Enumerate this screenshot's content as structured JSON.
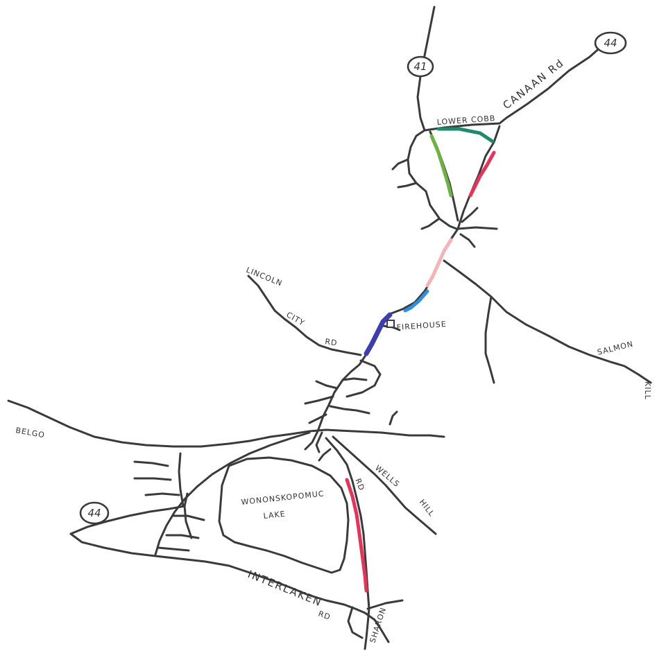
{
  "colors": {
    "road": "#3a3a3a",
    "lower_cobb_teal": "#1f8a6e",
    "green_segment": "#6db33f",
    "red_segment": "#e8325a",
    "pink_segment": "#f5b3b8",
    "light_blue_segment": "#2f8fe0",
    "dark_blue_segment": "#3c3fae",
    "lake_outline": "#3a3a3a"
  },
  "shields": {
    "route_north": "41",
    "route_northeast": "44",
    "route_southwest": "44"
  },
  "labels": {
    "canaan_road": "CANAAN  Rd",
    "lower_cobb": "LOWER COBB",
    "lincoln": "LINCOLN",
    "city": "CITY",
    "lincoln_rd": "RD",
    "firehouse": "FIREHOUSE",
    "salmon": "SALMON",
    "salmon_kill": "KILL",
    "belgo": "BELGO",
    "wells": "WELLS",
    "hill": "HILL",
    "wells_rd": "RD",
    "lake_name": "WONONSKOPOMUC",
    "lake_word": "LAKE",
    "interlaken": "INTERLAKEN",
    "interlaken_rd": "RD",
    "sharon": "SHARON"
  }
}
